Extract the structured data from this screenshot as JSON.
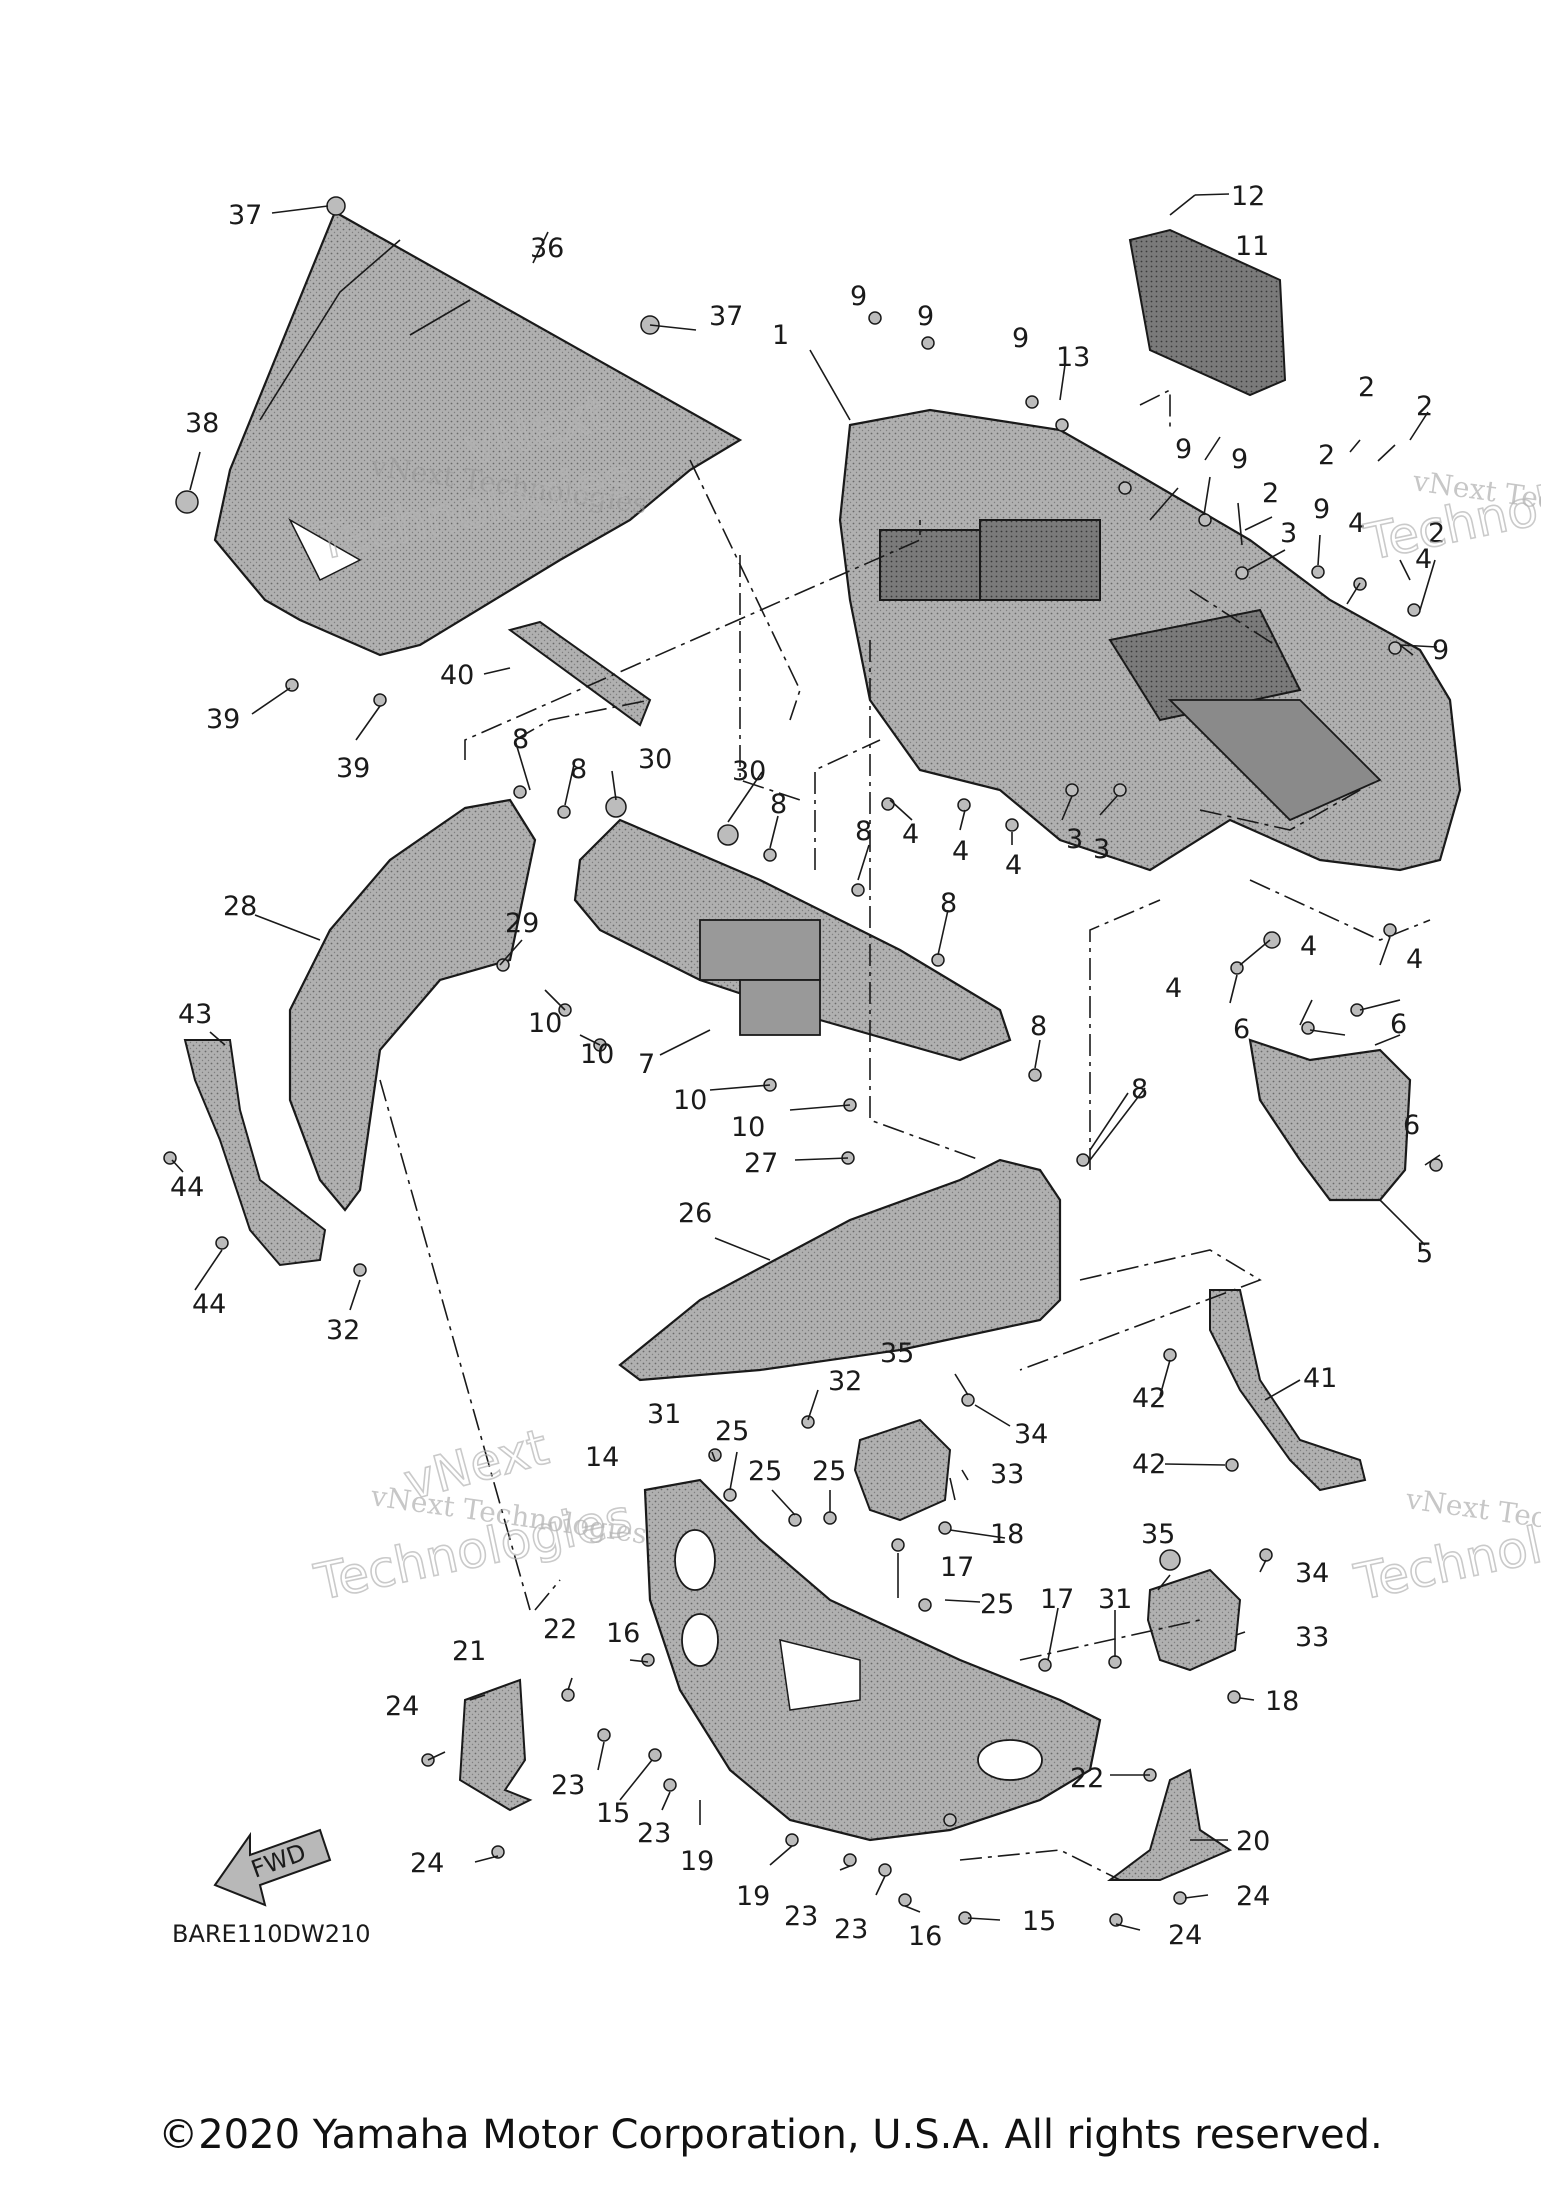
{
  "diagram_code": "BARE110DW210",
  "direction_label": "FWD",
  "copyright": "©2020 Yamaha Motor Corporation, U.S.A. All rights reserved.",
  "watermark": {
    "line1": "vNext Technologies",
    "line2": "vNext",
    "line3": "Technologies"
  },
  "callouts": [
    "1",
    "2",
    "3",
    "4",
    "5",
    "6",
    "7",
    "8",
    "9",
    "10",
    "11",
    "12",
    "13",
    "14",
    "15",
    "16",
    "17",
    "18",
    "19",
    "20",
    "21",
    "22",
    "23",
    "24",
    "25",
    "26",
    "27",
    "28",
    "29",
    "30",
    "31",
    "32",
    "33",
    "34",
    "35",
    "36",
    "37",
    "38",
    "39",
    "40",
    "41",
    "42",
    "43",
    "44"
  ]
}
